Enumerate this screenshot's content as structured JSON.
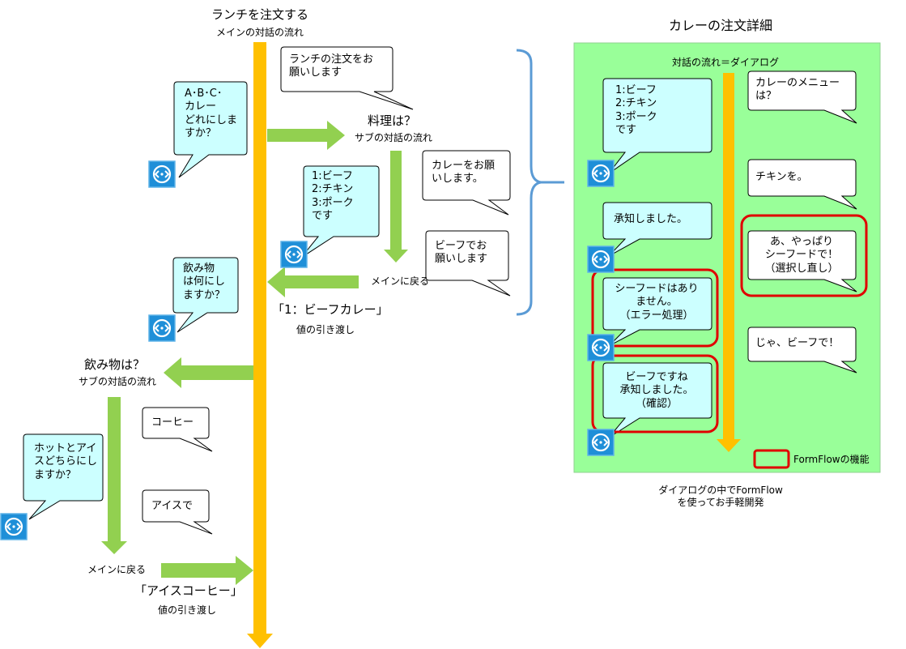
{
  "main": {
    "title": "ランチを注文する",
    "subtitle": "メインの対話の流れ",
    "bubble_user_order": "ランチの注文をお\n願いします",
    "bubble_bot_abc": "A･B･C･\nカレー\nどれにしま\nすか？",
    "sub_curry_title": "料理は？",
    "sub_curry_subtitle": "サブの対話の流れ",
    "bubble_user_curry": "カレーをお願\nいします。",
    "bubble_bot_menu": "1:ビーフ\n2:チキン\n3:ポーク\nです",
    "bubble_user_beef": "ビーフでお\n願いします",
    "return_label_1": "メインに戻る",
    "result_1": "「1：ビーフカレー」",
    "pass_value_1": "値の引き渡し",
    "bubble_bot_drink": "飲み物\nは何にし\nますか？",
    "sub_drink_title": "飲み物は？",
    "sub_drink_subtitle": "サブの対話の流れ",
    "bubble_user_coffee": "コーヒー",
    "bubble_bot_hot_ice": "ホットとアイ\nスどちらにし\nますか？",
    "bubble_user_ice": "アイスで",
    "return_label_2": "メインに戻る",
    "result_2": "「アイスコーヒー」",
    "pass_value_2": "値の引き渡し"
  },
  "detail": {
    "title": "カレーの注文詳細",
    "flow_label": "対話の流れ＝ダイアログ",
    "bubble_bot_menu": "1:ビーフ\n2:チキン\n3:ポーク\nです",
    "bubble_user_menu_q": "カレーのメニュー\nは？",
    "bubble_user_chicken": "チキンを。",
    "bubble_bot_ack": "承知しました。",
    "bubble_user_seafood": "あ、やっぱり\nシーフードで！\n（選択し直し）",
    "bubble_bot_no_seafood": "シーフードはあり\nません。\n（エラー処理）",
    "bubble_user_beef": "じゃ、ビーフで！",
    "bubble_bot_confirm": "ビーフですね\n承知しました。\n（確認）",
    "legend_label": "FormFlowの機能",
    "caption": "ダイアログの中でFormFlow\nを使ってお手軽開発"
  },
  "colors": {
    "main_flow": "#FFC000",
    "sub_flow": "#92D050",
    "panel_bg": "#99FF99",
    "bubble_user": "#FFFFFF",
    "bubble_bot": "#CCFFFF",
    "highlight": "#E00000",
    "bracket": "#5B9BD5",
    "bot_icon": "#1F8FD8"
  },
  "icons": [
    "bot-icon"
  ]
}
